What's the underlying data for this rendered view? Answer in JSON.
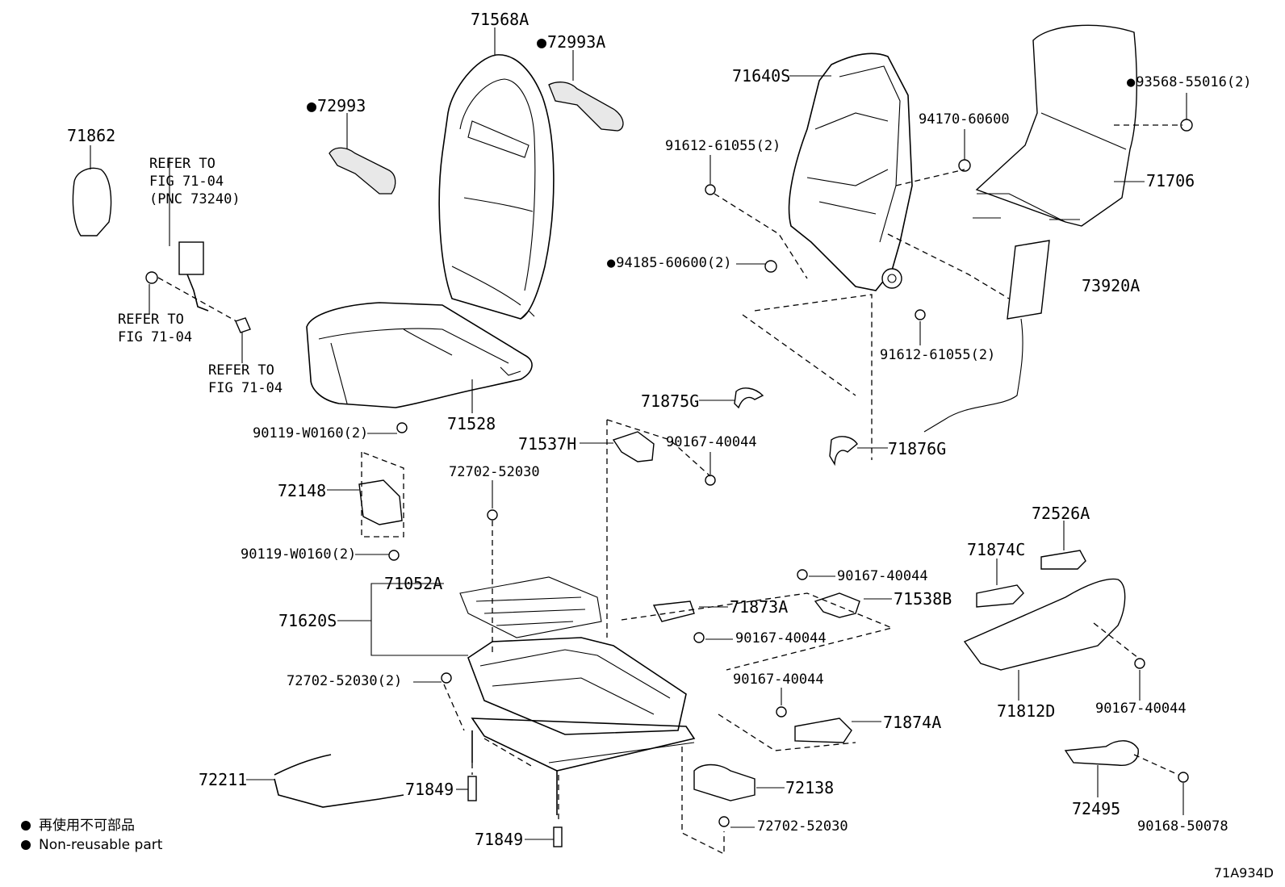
{
  "labels": {
    "p71568A": "71568A",
    "p72993A": "72993A",
    "p72993": "72993",
    "p71862": "71862",
    "refer_seatbelt": "REFER TO",
    "refer_seatbelt_fig": "FIG 71-04",
    "refer_seatbelt_pnc": "(PNC 73240)",
    "refer_a": "REFER TO",
    "refer_a_fig": "FIG 71-04",
    "refer_b": "REFER TO",
    "refer_b_fig": "FIG 71-04",
    "p71528": "71528",
    "p71640S": "71640S",
    "p91612_a": "91612-61055(2)",
    "p94170": "94170-60600",
    "p93568": "93568-55016(2)",
    "p71706": "71706",
    "p94185": "94185-60600(2)",
    "p73920A": "73920A",
    "p91612_b": "91612-61055(2)",
    "p71875G": "71875G",
    "p71876G": "71876G",
    "p90119_a": "90119-W0160(2)",
    "p72148": "72148",
    "p90119_b": "90119-W0160(2)",
    "p71537H": "71537H",
    "p90167_a": "90167-40044",
    "p72702_a": "72702-52030",
    "p72526A": "72526A",
    "p71874C": "71874C",
    "p90167_b": "90167-40044",
    "p71538B": "71538B",
    "p71052A": "71052A",
    "p71873A": "71873A",
    "p71620S": "71620S",
    "p90167_c": "90167-40044",
    "p72702_b": "72702-52030(2)",
    "p90167_d": "90167-40044",
    "p71874A": "71874A",
    "p71812D": "71812D",
    "p90167_e": "90167-40044",
    "p72211": "72211",
    "p71849_a": "71849",
    "p72138": "72138",
    "p72495": "72495",
    "p71849_b": "71849",
    "p72702_c": "72702-52030",
    "p90168": "90168-50078"
  },
  "legend": {
    "jp": "再使用不可部品",
    "en": "Non-reusable part"
  },
  "drawing_code": "71A934D",
  "colors": {
    "line": "#000000",
    "background": "#ffffff",
    "shade": "#e8e8e8"
  }
}
